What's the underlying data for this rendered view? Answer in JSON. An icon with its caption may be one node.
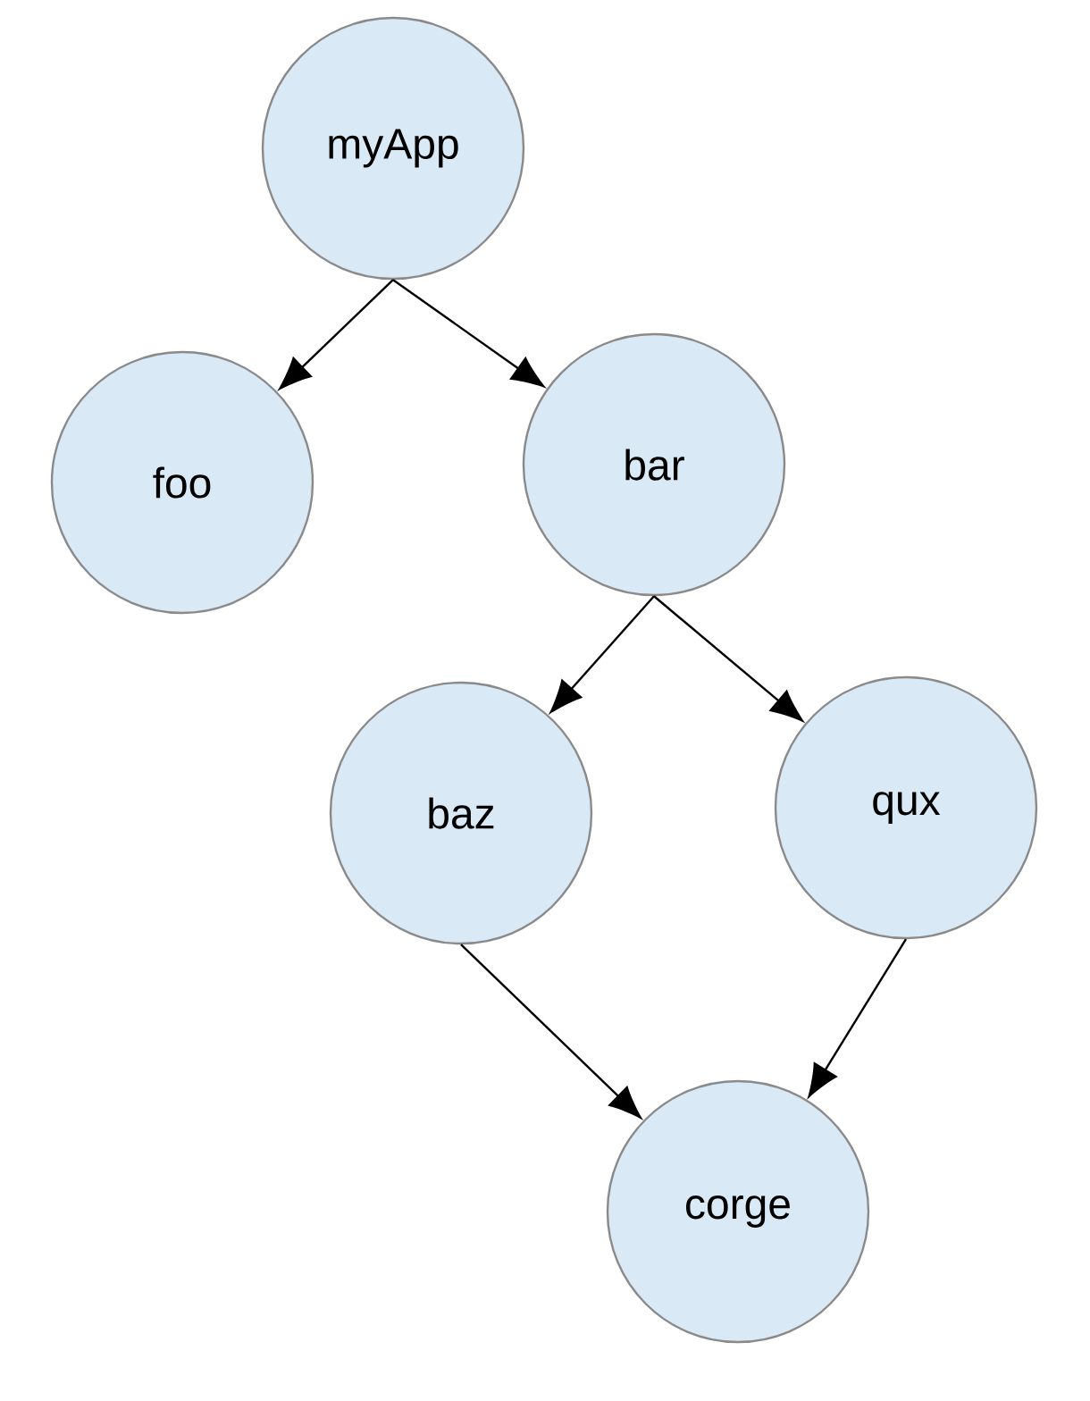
{
  "diagram": {
    "nodes": [
      {
        "text": [
          "myApp"
        ]
      },
      {
        "text": [
          "foo"
        ]
      },
      {
        "text": [
          "bar"
        ]
      },
      {
        "text": [
          "baz"
        ]
      },
      {
        "text": [
          "qux"
        ]
      },
      {
        "text": [
          "corge"
        ]
      }
    ],
    "edges": [
      {
        "from": 0,
        "to": 1,
        "arrow": "to"
      },
      {
        "from": 0,
        "to": 2,
        "arrow": "to"
      },
      {
        "from": 2,
        "to": 3,
        "arrow": "to"
      },
      {
        "from": 2,
        "to": 4,
        "arrow": "to"
      },
      {
        "from": 3,
        "to": 5,
        "arrow": "to"
      },
      {
        "from": 4,
        "to": 5,
        "arrow": "to"
      }
    ]
  }
}
